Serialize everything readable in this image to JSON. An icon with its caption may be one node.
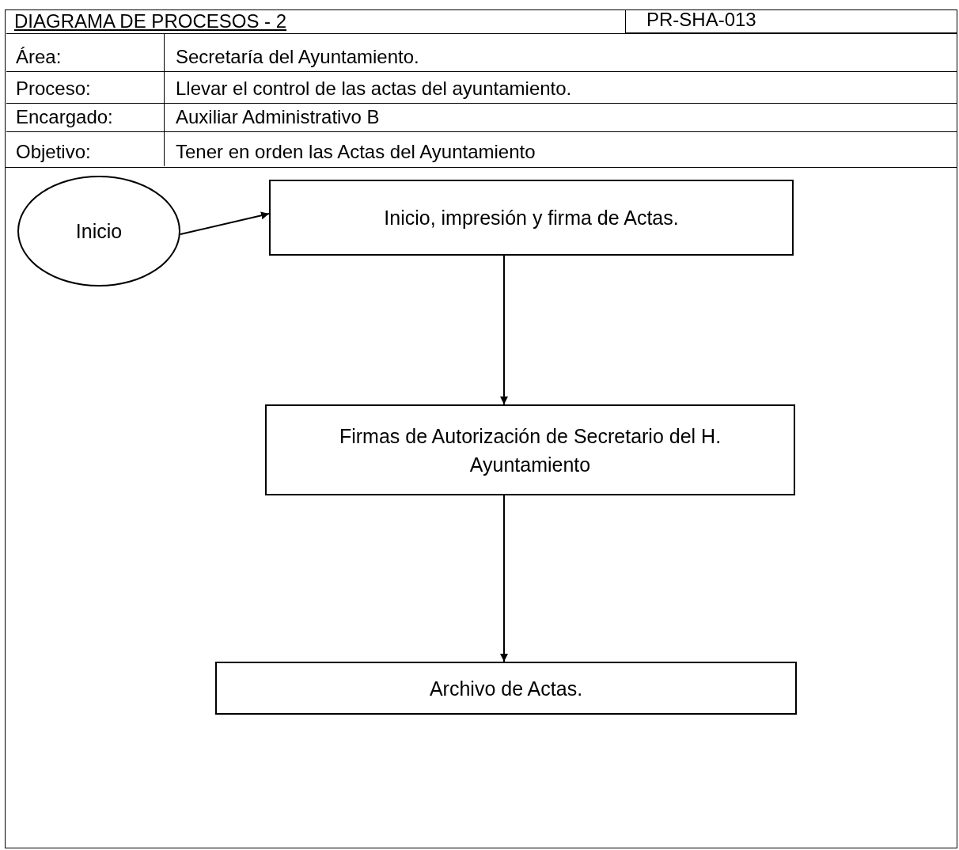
{
  "diagram": {
    "title": "DIAGRAMA DE PROCESOS - 2",
    "nodes": [
      {
        "text": [
          "Inicio"
        ]
      },
      {
        "text": [
          "Inicio, impresión y firma de Actas."
        ]
      },
      {
        "text": [
          "Firmas de Autorización de Secretario del H. Ayuntamiento"
        ]
      },
      {
        "text": [
          "Archivo de Actas."
        ]
      }
    ],
    "edges": [
      {
        "from": 0,
        "to": 1,
        "arrow": "to"
      },
      {
        "from": 1,
        "to": 2,
        "arrow": "to"
      },
      {
        "from": 2,
        "to": 3,
        "arrow": "to"
      }
    ],
    "labels": [
      "PR-SHA-013",
      "Área:",
      "Secretaría del Ayuntamiento.",
      "Proceso:",
      "Llevar el control de las actas del ayuntamiento.",
      "Encargado:",
      "Auxiliar Administrativo B",
      "Objetivo:",
      "Tener en orden las Actas del Ayuntamiento"
    ]
  }
}
